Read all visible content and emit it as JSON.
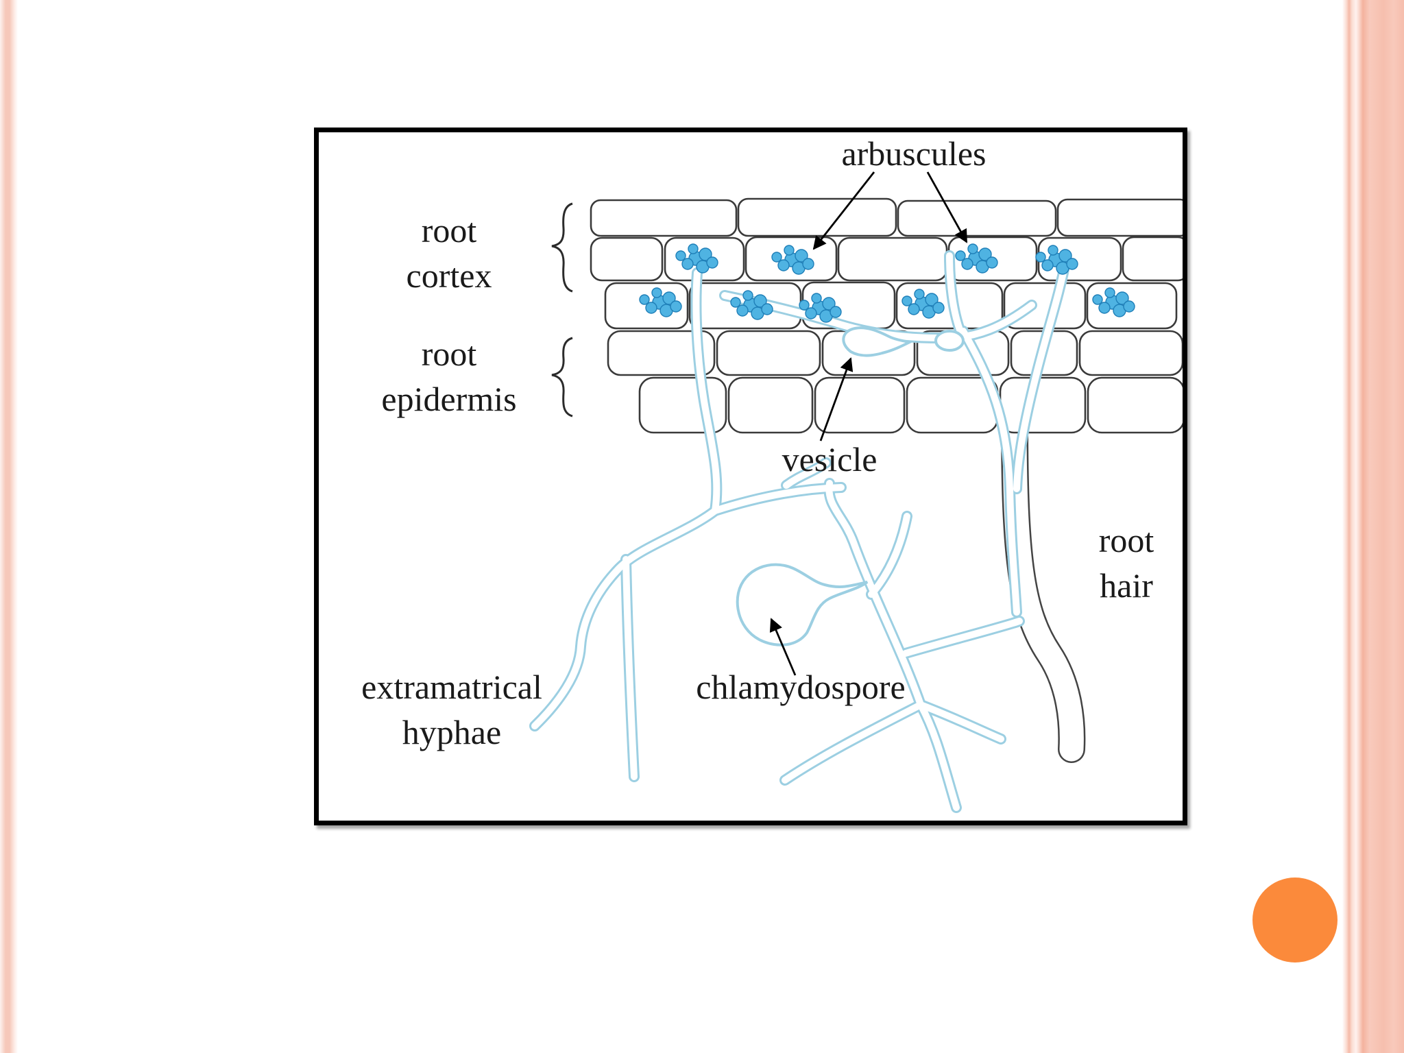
{
  "slide": {
    "accent_color": "#fb8a3b",
    "border_color": "#f6bfae"
  },
  "diagram": {
    "labels": {
      "arbuscules": "arbuscules",
      "root_cortex_line1": "root",
      "root_cortex_line2": "cortex",
      "root_epidermis_line1": "root",
      "root_epidermis_line2": "epidermis",
      "vesicle": "vesicle",
      "root_hair_line1": "root",
      "root_hair_line2": "hair",
      "extramatrical_line1": "extramatrical",
      "extramatrical_line2": "hyphae",
      "chlamydospore": "chlamydospore"
    },
    "colors": {
      "hyphae": "#9ccfe2",
      "arbuscules": "#4fb3e2",
      "cell_outline": "#3a3a3a"
    }
  }
}
